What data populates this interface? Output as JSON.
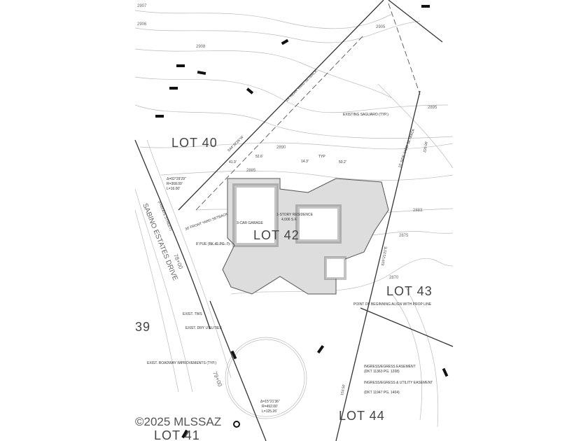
{
  "lots": {
    "lot40": "LOT 40",
    "lot42": "LOT 42",
    "lot43": "LOT 43",
    "lot44": "LOT 44",
    "lot41": "LOT 41",
    "lot39": "39"
  },
  "street": {
    "name": "SABINO ESTATES DRIVE",
    "type": "(PRIVATE STREET)",
    "station1": "78+00",
    "station2": "79+00"
  },
  "contours": [
    "2906",
    "2907",
    "2908",
    "2905",
    "2895",
    "2890",
    "2885",
    "2883",
    "2875",
    "2870"
  ],
  "residence": {
    "label": "1-STORY RESIDENCE",
    "area": "4,006 S.F.",
    "garage": "3-CAR GARAGE"
  },
  "setbacks": {
    "front": "30' FRONT YARD SETBACK",
    "side": "15' SIDE YARD SETBACK",
    "rear": "25' REAR YARD SETBACK",
    "pue": "8' PUE (BK 45 PG. 7)"
  },
  "curve1": {
    "delta": "Δ=02°29'29\"",
    "radius": "R=368.00'",
    "length": "L=16.00'"
  },
  "curve2": {
    "delta": "Δ=15°21'36\"",
    "radius": "R=492.00'",
    "length": "L=125.26'"
  },
  "bearings": {
    "b1": "S44°32'26\"W",
    "b2": "S15°21'21\"E",
    "b3": "220.00'",
    "b4": "153.50'"
  },
  "dims": [
    "52.6'",
    "41.9'",
    "14.3'",
    "50.2'"
  ],
  "notes": {
    "saguaro": "EXISTING SAGUARO (TYP.)",
    "beginning": "POINT OF BEGINNING ALIGN WITH PROP LINE",
    "ingress1": "INGRESS/EGRESS EASEMENT",
    "ingress1_ref": "(DKT 11363 PG. 1208)",
    "ingress2": "INGRESS/EGRESS & UTILITY EASEMENT",
    "ingress2_ref": "(DKT 11947 PG. 1404)",
    "exist_tws": "EXIST. TWS",
    "exist_dry": "EXIST. DRY UTILITIES",
    "exist_road": "EXIST. ROADWAY IMPROVEMENTS (TYP.)",
    "typ": "TYP"
  },
  "watermark": "©2025 MLSSAZ"
}
